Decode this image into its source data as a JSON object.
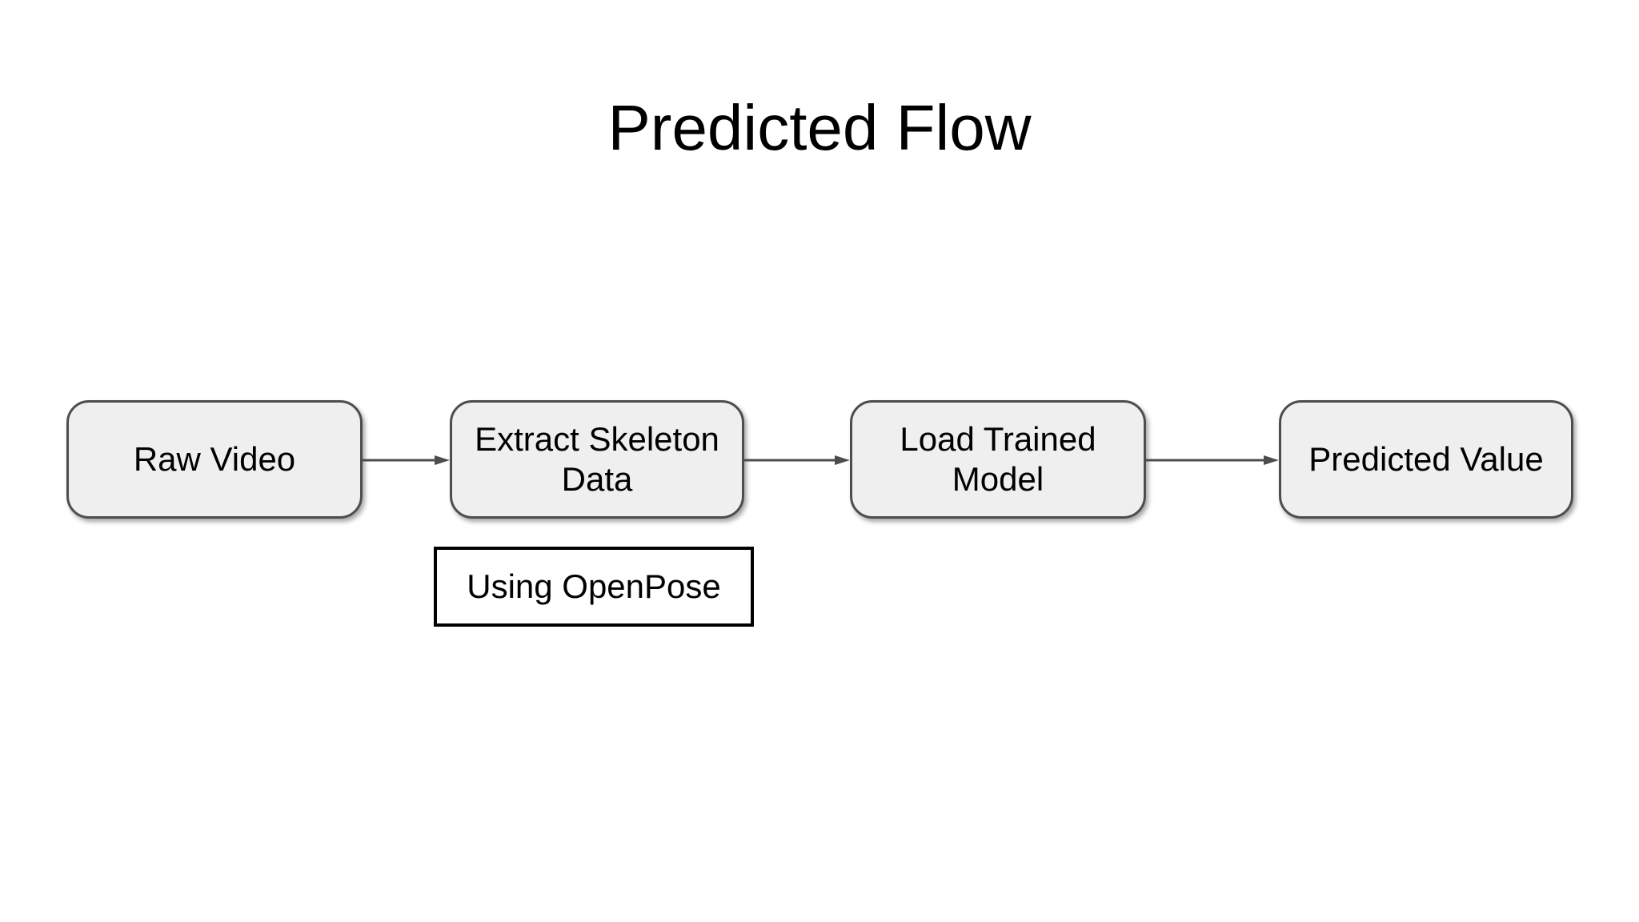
{
  "slide": {
    "title": "Predicted Flow"
  },
  "flow": {
    "nodes": [
      {
        "id": "raw-video",
        "label": "Raw Video"
      },
      {
        "id": "extract-skeleton-data",
        "label": "Extract Skeleton Data"
      },
      {
        "id": "load-trained-model",
        "label": "Load Trained Model"
      },
      {
        "id": "predicted-value",
        "label": "Predicted Value"
      }
    ],
    "connectors": [
      {
        "from": "Raw Video",
        "to": "Extract Skeleton Data",
        "type": "arrow"
      },
      {
        "from": "Extract Skeleton Data",
        "to": "Load Trained Model",
        "type": "arrow"
      },
      {
        "from": "Load Trained Model",
        "to": "Predicted Value",
        "type": "arrow"
      }
    ],
    "annotation": {
      "label": "Using OpenPose",
      "attached_to": "Extract Skeleton Data"
    }
  },
  "colors": {
    "background": "#ffffff",
    "node_fill": "#efefef",
    "node_border": "#4d4d4d",
    "arrow": "#4d4d4d",
    "annotation_fill": "#ffffff",
    "annotation_border": "#000000",
    "text": "#000000"
  }
}
